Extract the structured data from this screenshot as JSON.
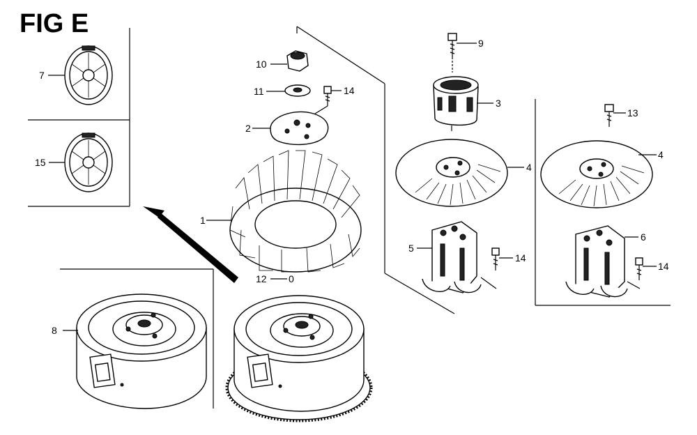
{
  "figure": {
    "title": "FIG E"
  },
  "callouts": {
    "c7": "7",
    "c15": "15",
    "c10": "10",
    "c11": "11",
    "c14a": "14",
    "c2": "2",
    "c1": "1",
    "c12": "12",
    "c12dot": "0",
    "c8": "8",
    "c9": "9",
    "c3": "3",
    "c4a": "4",
    "c5": "5",
    "c14b": "14",
    "c13": "13",
    "c4b": "4",
    "c6": "6",
    "c14c": "14"
  }
}
